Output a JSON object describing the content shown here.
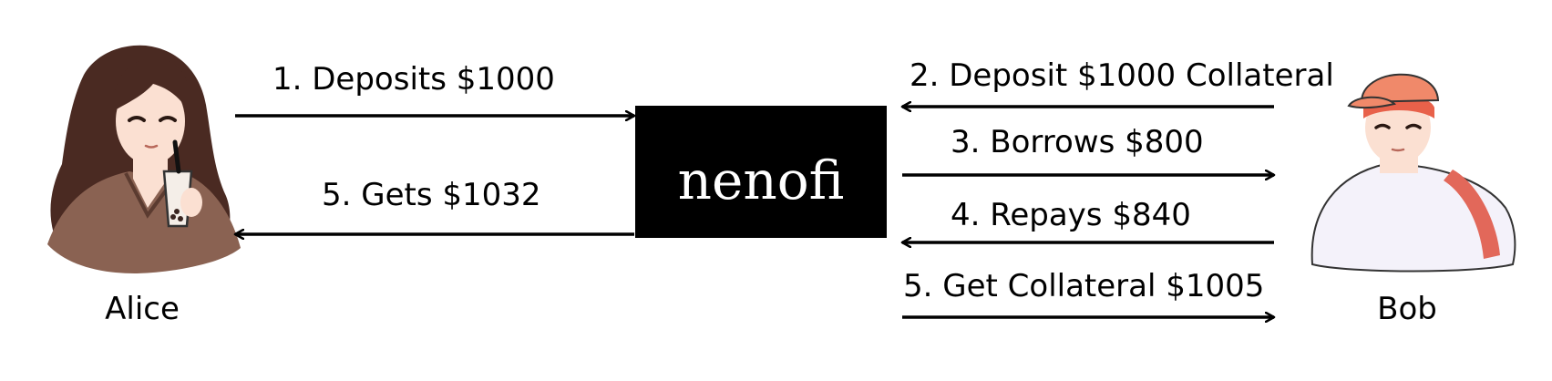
{
  "participants": {
    "alice": {
      "name": "Alice"
    },
    "bob": {
      "name": "Bob"
    }
  },
  "platform": {
    "logo_text": "nenofi",
    "box_color": "#000000",
    "text_color": "#ffffff"
  },
  "flows": {
    "alice_deposit": "1.  Deposits $1000",
    "alice_gets": "5. Gets $1032",
    "bob_deposit_collateral": "2. Deposit $1000 Collateral",
    "bob_borrows": "3. Borrows $800",
    "bob_repays": "4. Repays $840",
    "bob_get_collateral": "5. Get Collateral $1005"
  },
  "colors": {
    "alice_hair": "#4a2a22",
    "alice_sweater": "#8a6252",
    "skin": "#fbe0d2",
    "bob_cap": "#f0896a",
    "bob_hair": "#e8614a",
    "bob_shirt": "#f4f2fa",
    "bob_strap": "#e2685a"
  }
}
